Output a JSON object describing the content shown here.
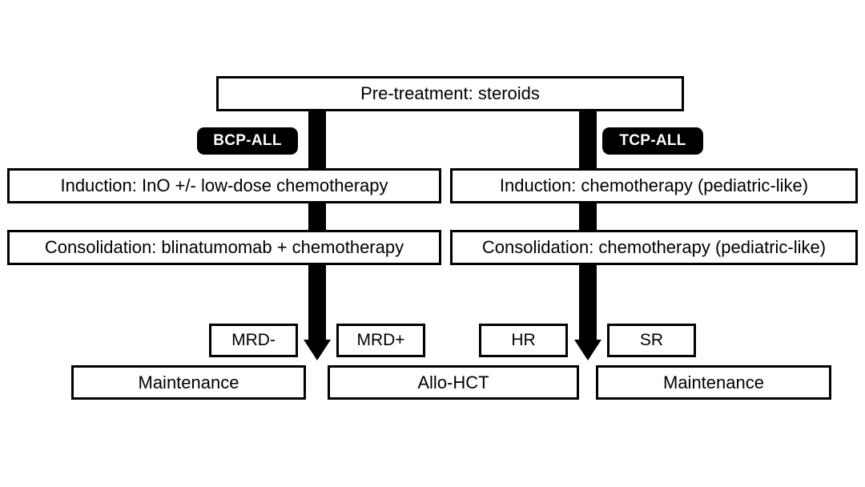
{
  "diagram": {
    "title": "ALL treatment algorithm flowchart",
    "colors": {
      "line": "#000000",
      "box_fill": "#ffffff",
      "tag_fill": "#000000",
      "tag_text": "#ffffff",
      "background": "#ffffff"
    }
  },
  "nodes": {
    "pretreatment": {
      "label": "Pre-treatment: steroids"
    },
    "left_branch": {
      "tag": "BCP-ALL",
      "induction": "Induction: InO +/- low-dose chemotherapy",
      "consolidation": "Consolidation: blinatumomab + chemotherapy"
    },
    "right_branch": {
      "tag": "TCP-ALL",
      "induction": "Induction: chemotherapy (pediatric-like)",
      "consolidation": "Consolidation: chemotherapy (pediatric-like)"
    },
    "criteria": [
      {
        "label": "MRD-"
      },
      {
        "label": "MRD+"
      },
      {
        "label": "HR"
      },
      {
        "label": "SR"
      }
    ],
    "outcomes": [
      {
        "label": "Maintenance"
      },
      {
        "label": "Allo-HCT"
      },
      {
        "label": "Maintenance"
      }
    ]
  }
}
